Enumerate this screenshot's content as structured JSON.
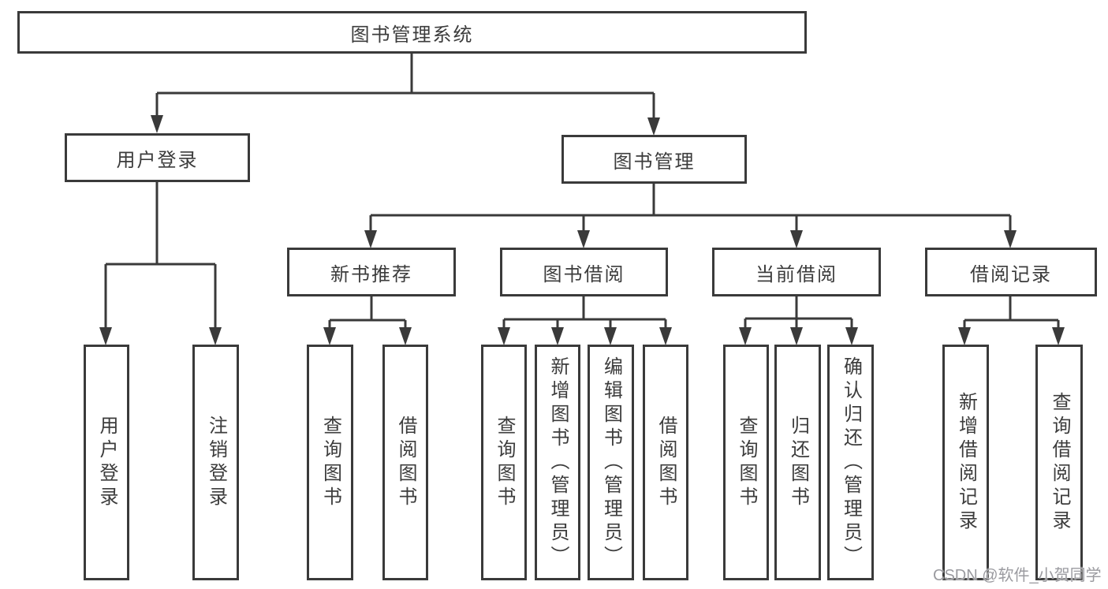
{
  "title_node": "图书管理系统",
  "branches": {
    "user_login": {
      "label": "用户登录",
      "leaves": [
        "用户登录",
        "注销登录"
      ]
    },
    "book_mgmt": {
      "label": "图书管理",
      "children": {
        "new_book": {
          "label": "新书推荐",
          "leaves": [
            "查询图书",
            "借阅图书"
          ]
        },
        "book_borrow": {
          "label": "图书借阅",
          "leaves": [
            "查询图书",
            "新增图书（管理员）",
            "编辑图书（管理员）",
            "借阅图书"
          ]
        },
        "current_borrow": {
          "label": "当前借阅",
          "leaves": [
            "查询图书",
            "归还图书",
            "确认归还（管理员）"
          ]
        },
        "borrow_record": {
          "label": "借阅记录",
          "leaves": [
            "新增借阅记录",
            "查询借阅记录"
          ]
        }
      }
    }
  },
  "watermark": "CSDN @软件_小贺同学",
  "colors": {
    "line": "#3a3a3a",
    "text": "#3c3c3c",
    "box_background": "#ffffff",
    "watermark": "#9b9ba0",
    "background": "#ffffff"
  }
}
